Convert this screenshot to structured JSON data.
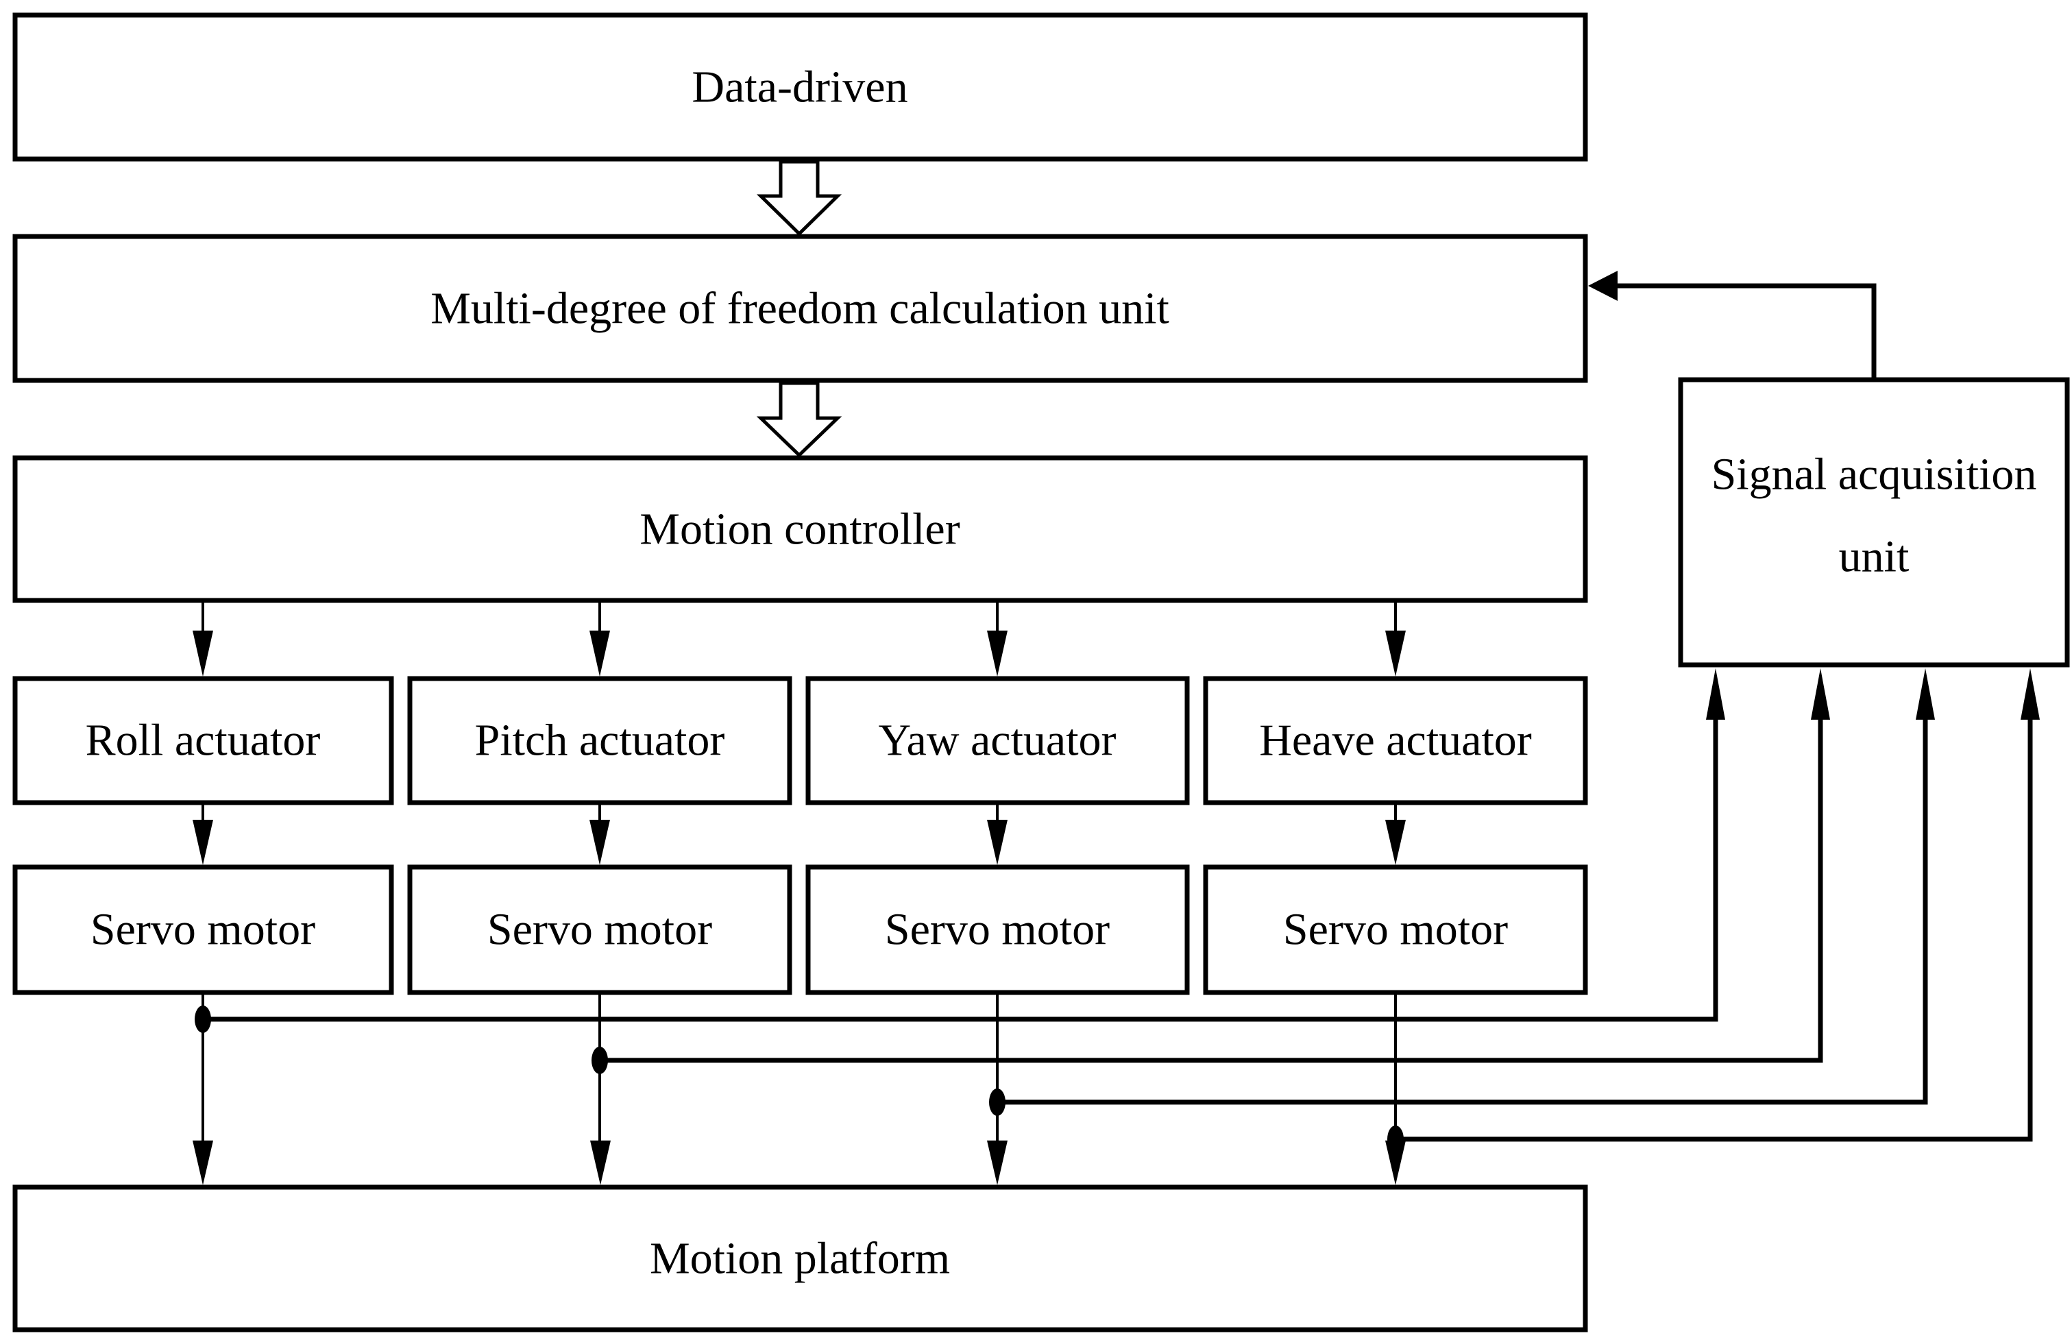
{
  "diagram": {
    "type": "block-flow-diagram",
    "colors": {
      "line": "#000000",
      "background": "#ffffff",
      "box_fill": "#ffffff"
    },
    "nodes": {
      "data_driven": {
        "label": "Data-driven"
      },
      "mdof": {
        "label": "Multi-degree of freedom calculation unit"
      },
      "motion_controller": {
        "label": "Motion controller"
      },
      "actuators": [
        {
          "label": "Roll actuator"
        },
        {
          "label": "Pitch actuator"
        },
        {
          "label": "Yaw actuator"
        },
        {
          "label": "Heave actuator"
        }
      ],
      "servos": [
        {
          "label": "Servo motor"
        },
        {
          "label": "Servo motor"
        },
        {
          "label": "Servo motor"
        },
        {
          "label": "Servo motor"
        }
      ],
      "motion_platform": {
        "label": "Motion platform"
      },
      "signal_acquisition": {
        "label_line1": "Signal acquisition",
        "label_line2": "unit"
      }
    },
    "edges": [
      {
        "from": "data_driven",
        "to": "mdof",
        "style": "hollow-block-arrow"
      },
      {
        "from": "mdof",
        "to": "motion_controller",
        "style": "hollow-block-arrow"
      },
      {
        "from": "motion_controller",
        "to": "roll-actuator",
        "style": "thin-arrow"
      },
      {
        "from": "motion_controller",
        "to": "pitch-actuator",
        "style": "thin-arrow"
      },
      {
        "from": "motion_controller",
        "to": "yaw-actuator",
        "style": "thin-arrow"
      },
      {
        "from": "motion_controller",
        "to": "heave-actuator",
        "style": "thin-arrow"
      },
      {
        "from": "roll-actuator",
        "to": "servo-motor-1",
        "style": "thin-arrow"
      },
      {
        "from": "pitch-actuator",
        "to": "servo-motor-2",
        "style": "thin-arrow"
      },
      {
        "from": "yaw-actuator",
        "to": "servo-motor-3",
        "style": "thin-arrow"
      },
      {
        "from": "heave-actuator",
        "to": "servo-motor-4",
        "style": "thin-arrow"
      },
      {
        "from": "servo-motor-1",
        "to": "motion_platform",
        "style": "thin-arrow"
      },
      {
        "from": "servo-motor-2",
        "to": "motion_platform",
        "style": "thin-arrow"
      },
      {
        "from": "servo-motor-3",
        "to": "motion_platform",
        "style": "thin-arrow"
      },
      {
        "from": "servo-motor-4",
        "to": "motion_platform",
        "style": "thin-arrow"
      },
      {
        "from": "servo-motor-1",
        "to": "signal_acquisition",
        "style": "branch-arrow"
      },
      {
        "from": "servo-motor-2",
        "to": "signal_acquisition",
        "style": "branch-arrow"
      },
      {
        "from": "servo-motor-3",
        "to": "signal_acquisition",
        "style": "branch-arrow"
      },
      {
        "from": "servo-motor-4",
        "to": "signal_acquisition",
        "style": "branch-arrow"
      },
      {
        "from": "signal_acquisition",
        "to": "mdof",
        "style": "feedback-arrow"
      }
    ]
  }
}
